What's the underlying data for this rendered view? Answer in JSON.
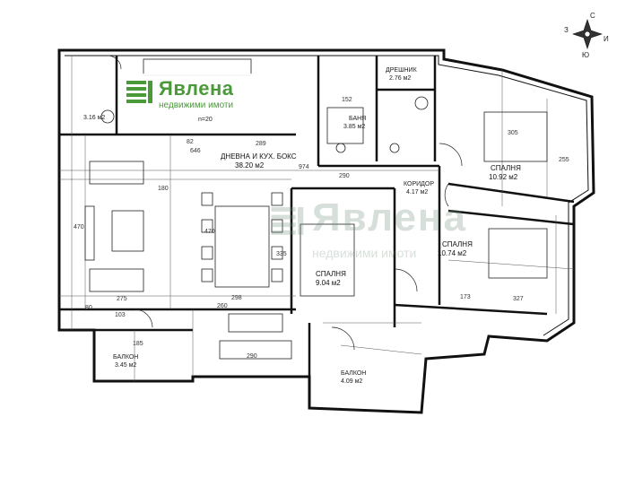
{
  "brand": {
    "name": "Явлена",
    "tagline": "недвижими имоти",
    "color": "#4a9a3a"
  },
  "compass": [
    "С",
    "З",
    "И",
    "Ю"
  ],
  "rooms": {
    "living": {
      "name": "ДНЕВНА И КУХ. БОКС",
      "area": "38.20 м2"
    },
    "wardrobe": {
      "name": "ДРЕШНИК",
      "area": "2.76 м2"
    },
    "bath": {
      "name": "БАНЯ",
      "area": "3.85 м2"
    },
    "wc": {
      "area": "3.16 м2"
    },
    "bedroom1": {
      "name": "СПАЛНЯ",
      "area": "10.92 м2"
    },
    "corridor": {
      "name": "КОРИДОР",
      "area": "4.17 м2"
    },
    "bedroom2": {
      "name": "СПАЛНЯ",
      "area": "10.74 м2"
    },
    "bedroom3": {
      "name": "СПАЛНЯ",
      "area": "9.04 м2"
    },
    "balcony1": {
      "name": "БАЛКОН",
      "area": "3.45 м2"
    },
    "balcony2": {
      "name": "БАЛКОН",
      "area": "4.09 м2"
    },
    "hallway_note": "n=20"
  },
  "dimensions": [
    "289",
    "646",
    "82",
    "974",
    "290",
    "470",
    "275",
    "103",
    "298",
    "260",
    "290",
    "185",
    "152",
    "305",
    "327",
    "173",
    "335",
    "180",
    "255",
    "470",
    "80"
  ]
}
